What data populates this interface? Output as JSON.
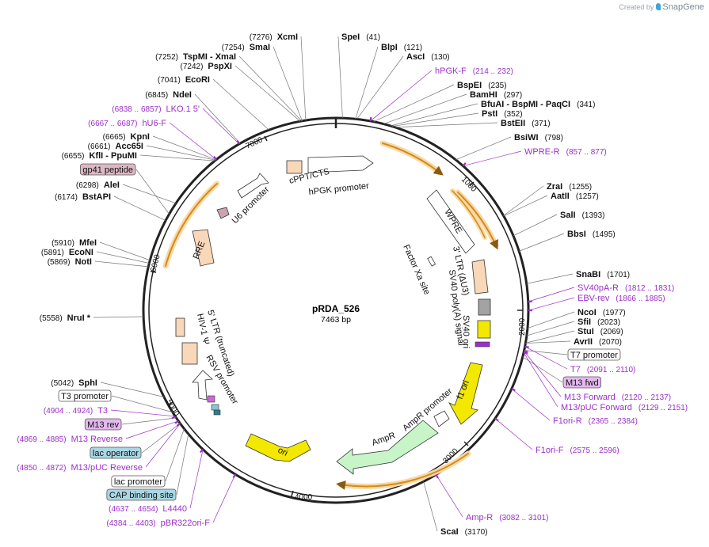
{
  "header": {
    "created_by": "Created by",
    "brand": "SnapGene"
  },
  "plasmid": {
    "name": "pRDA_526",
    "size_label": "7463 bp",
    "length": 7463
  },
  "ticks": [
    "1000",
    "2000",
    "3000",
    "4000",
    "5000",
    "6000",
    "7000"
  ],
  "colors": {
    "primer": "#9b30c8",
    "site": "#111111",
    "backbone": "#222222"
  },
  "sites_right": [
    {
      "name": "SpeI",
      "pos": "(41)"
    },
    {
      "name": "BlpI",
      "pos": "(121)"
    },
    {
      "name": "AscI",
      "pos": "(130)"
    },
    {
      "name": "hPGK-F",
      "pos": "(214 .. 232)",
      "kind": "primer"
    },
    {
      "name": "BspEI",
      "pos": "(235)"
    },
    {
      "name": "BamHI",
      "pos": "(297)"
    },
    {
      "name": "BfuAI  - BspMI  - PaqCI",
      "pos": "(341)"
    },
    {
      "name": "PstI",
      "pos": "(352)"
    },
    {
      "name": "BstEII",
      "pos": "(371)"
    },
    {
      "name": "BsiWI",
      "pos": "(798)"
    },
    {
      "name": "WPRE-R",
      "pos": "(857 .. 877)",
      "kind": "primer"
    },
    {
      "name": "ZraI",
      "pos": "(1255)"
    },
    {
      "name": "AatII",
      "pos": "(1257)"
    },
    {
      "name": "SalI",
      "pos": "(1393)"
    },
    {
      "name": "BbsI",
      "pos": "(1495)"
    },
    {
      "name": "SnaBI",
      "pos": "(1701)"
    },
    {
      "name": "SV40pA-R",
      "pos": "(1812 .. 1831)",
      "kind": "primer"
    },
    {
      "name": "EBV-rev",
      "pos": "(1866 .. 1885)",
      "kind": "primer"
    },
    {
      "name": "NcoI",
      "pos": "(1977)"
    },
    {
      "name": "SfiI",
      "pos": "(2023)"
    },
    {
      "name": "StuI",
      "pos": "(2069)"
    },
    {
      "name": "AvrII",
      "pos": "(2070)"
    },
    {
      "name": "T7 promoter",
      "pos": "",
      "kind": "box-white"
    },
    {
      "name": "T7",
      "pos": "(2091 .. 2110)",
      "kind": "primer"
    },
    {
      "name": "M13 fwd",
      "pos": "",
      "kind": "box-purple"
    },
    {
      "name": "M13 Forward",
      "pos": "(2120 .. 2137)",
      "kind": "primer"
    },
    {
      "name": "M13/pUC Forward",
      "pos": "(2129 .. 2151)",
      "kind": "primer"
    },
    {
      "name": "F1ori-R",
      "pos": "(2365 .. 2384)",
      "kind": "primer"
    },
    {
      "name": "F1ori-F",
      "pos": "(2575 .. 2596)",
      "kind": "primer"
    },
    {
      "name": "Amp-R",
      "pos": "(3082 .. 3101)",
      "kind": "primer"
    },
    {
      "name": "ScaI",
      "pos": "(3170)"
    }
  ],
  "sites_left": [
    {
      "name": "XcmI",
      "pos": "(7276)"
    },
    {
      "name": "SmaI",
      "pos": "(7254)"
    },
    {
      "name": "TspMI  - XmaI",
      "pos": "(7252)"
    },
    {
      "name": "PspXI",
      "pos": "(7242)"
    },
    {
      "name": "EcoRI",
      "pos": "(7041)"
    },
    {
      "name": "NdeI",
      "pos": "(6845)"
    },
    {
      "name": "LKO.1 5'",
      "pos": "(6838 .. 6857)",
      "kind": "primer"
    },
    {
      "name": "hU6-F",
      "pos": "(6667 .. 6687)",
      "kind": "primer"
    },
    {
      "name": "KpnI",
      "pos": "(6665)"
    },
    {
      "name": "Acc65I",
      "pos": "(6661)"
    },
    {
      "name": "KflI  - PpuMI",
      "pos": "(6655)"
    },
    {
      "name": "gp41 peptide",
      "pos": "",
      "kind": "box-pink"
    },
    {
      "name": "AleI",
      "pos": "(6298)"
    },
    {
      "name": "BstAPI",
      "pos": "(6174)"
    },
    {
      "name": "MfeI",
      "pos": "(5910)"
    },
    {
      "name": "EcoNI",
      "pos": "(5891)"
    },
    {
      "name": "NotI",
      "pos": "(5869)"
    },
    {
      "name": "NruI *",
      "pos": "(5558)"
    },
    {
      "name": "SphI",
      "pos": "(5042)"
    },
    {
      "name": "T3 promoter",
      "pos": "",
      "kind": "box-white"
    },
    {
      "name": "T3",
      "pos": "(4904 .. 4924)",
      "kind": "primer"
    },
    {
      "name": "M13 rev",
      "pos": "",
      "kind": "box-purple"
    },
    {
      "name": "M13 Reverse",
      "pos": "(4869 .. 4885)",
      "kind": "primer"
    },
    {
      "name": "lac operator",
      "pos": "",
      "kind": "box-teal"
    },
    {
      "name": "M13/pUC Reverse",
      "pos": "(4850 .. 4872)",
      "kind": "primer"
    },
    {
      "name": "lac promoter",
      "pos": "",
      "kind": "box-white"
    },
    {
      "name": "CAP binding site",
      "pos": "",
      "kind": "box-teal"
    },
    {
      "name": "L4440",
      "pos": "(4637 .. 4654)",
      "kind": "primer"
    },
    {
      "name": "pBR322ori-F",
      "pos": "(4384 .. 4403)",
      "kind": "primer"
    }
  ],
  "features": {
    "cppt": "cPPT/CTS",
    "hpgk": "hPGK promoter",
    "u6": "U6 promoter",
    "wpre": "WPRE",
    "ltr3": "3' LTR (ΔU3)",
    "factor_xa": "Factor Xa site",
    "sv40polya": "SV40 poly(A) signal",
    "sv40ori": "SV40 ori",
    "f1ori": "f1 ori",
    "ampr_promoter": "AmpR promoter",
    "ampr": "AmpR",
    "ori": "ori",
    "rsv": "RSV promoter",
    "ltr5": "5' LTR (truncated)",
    "hiv_psi": "HIV-1 Ψ",
    "rre": "RRE"
  }
}
